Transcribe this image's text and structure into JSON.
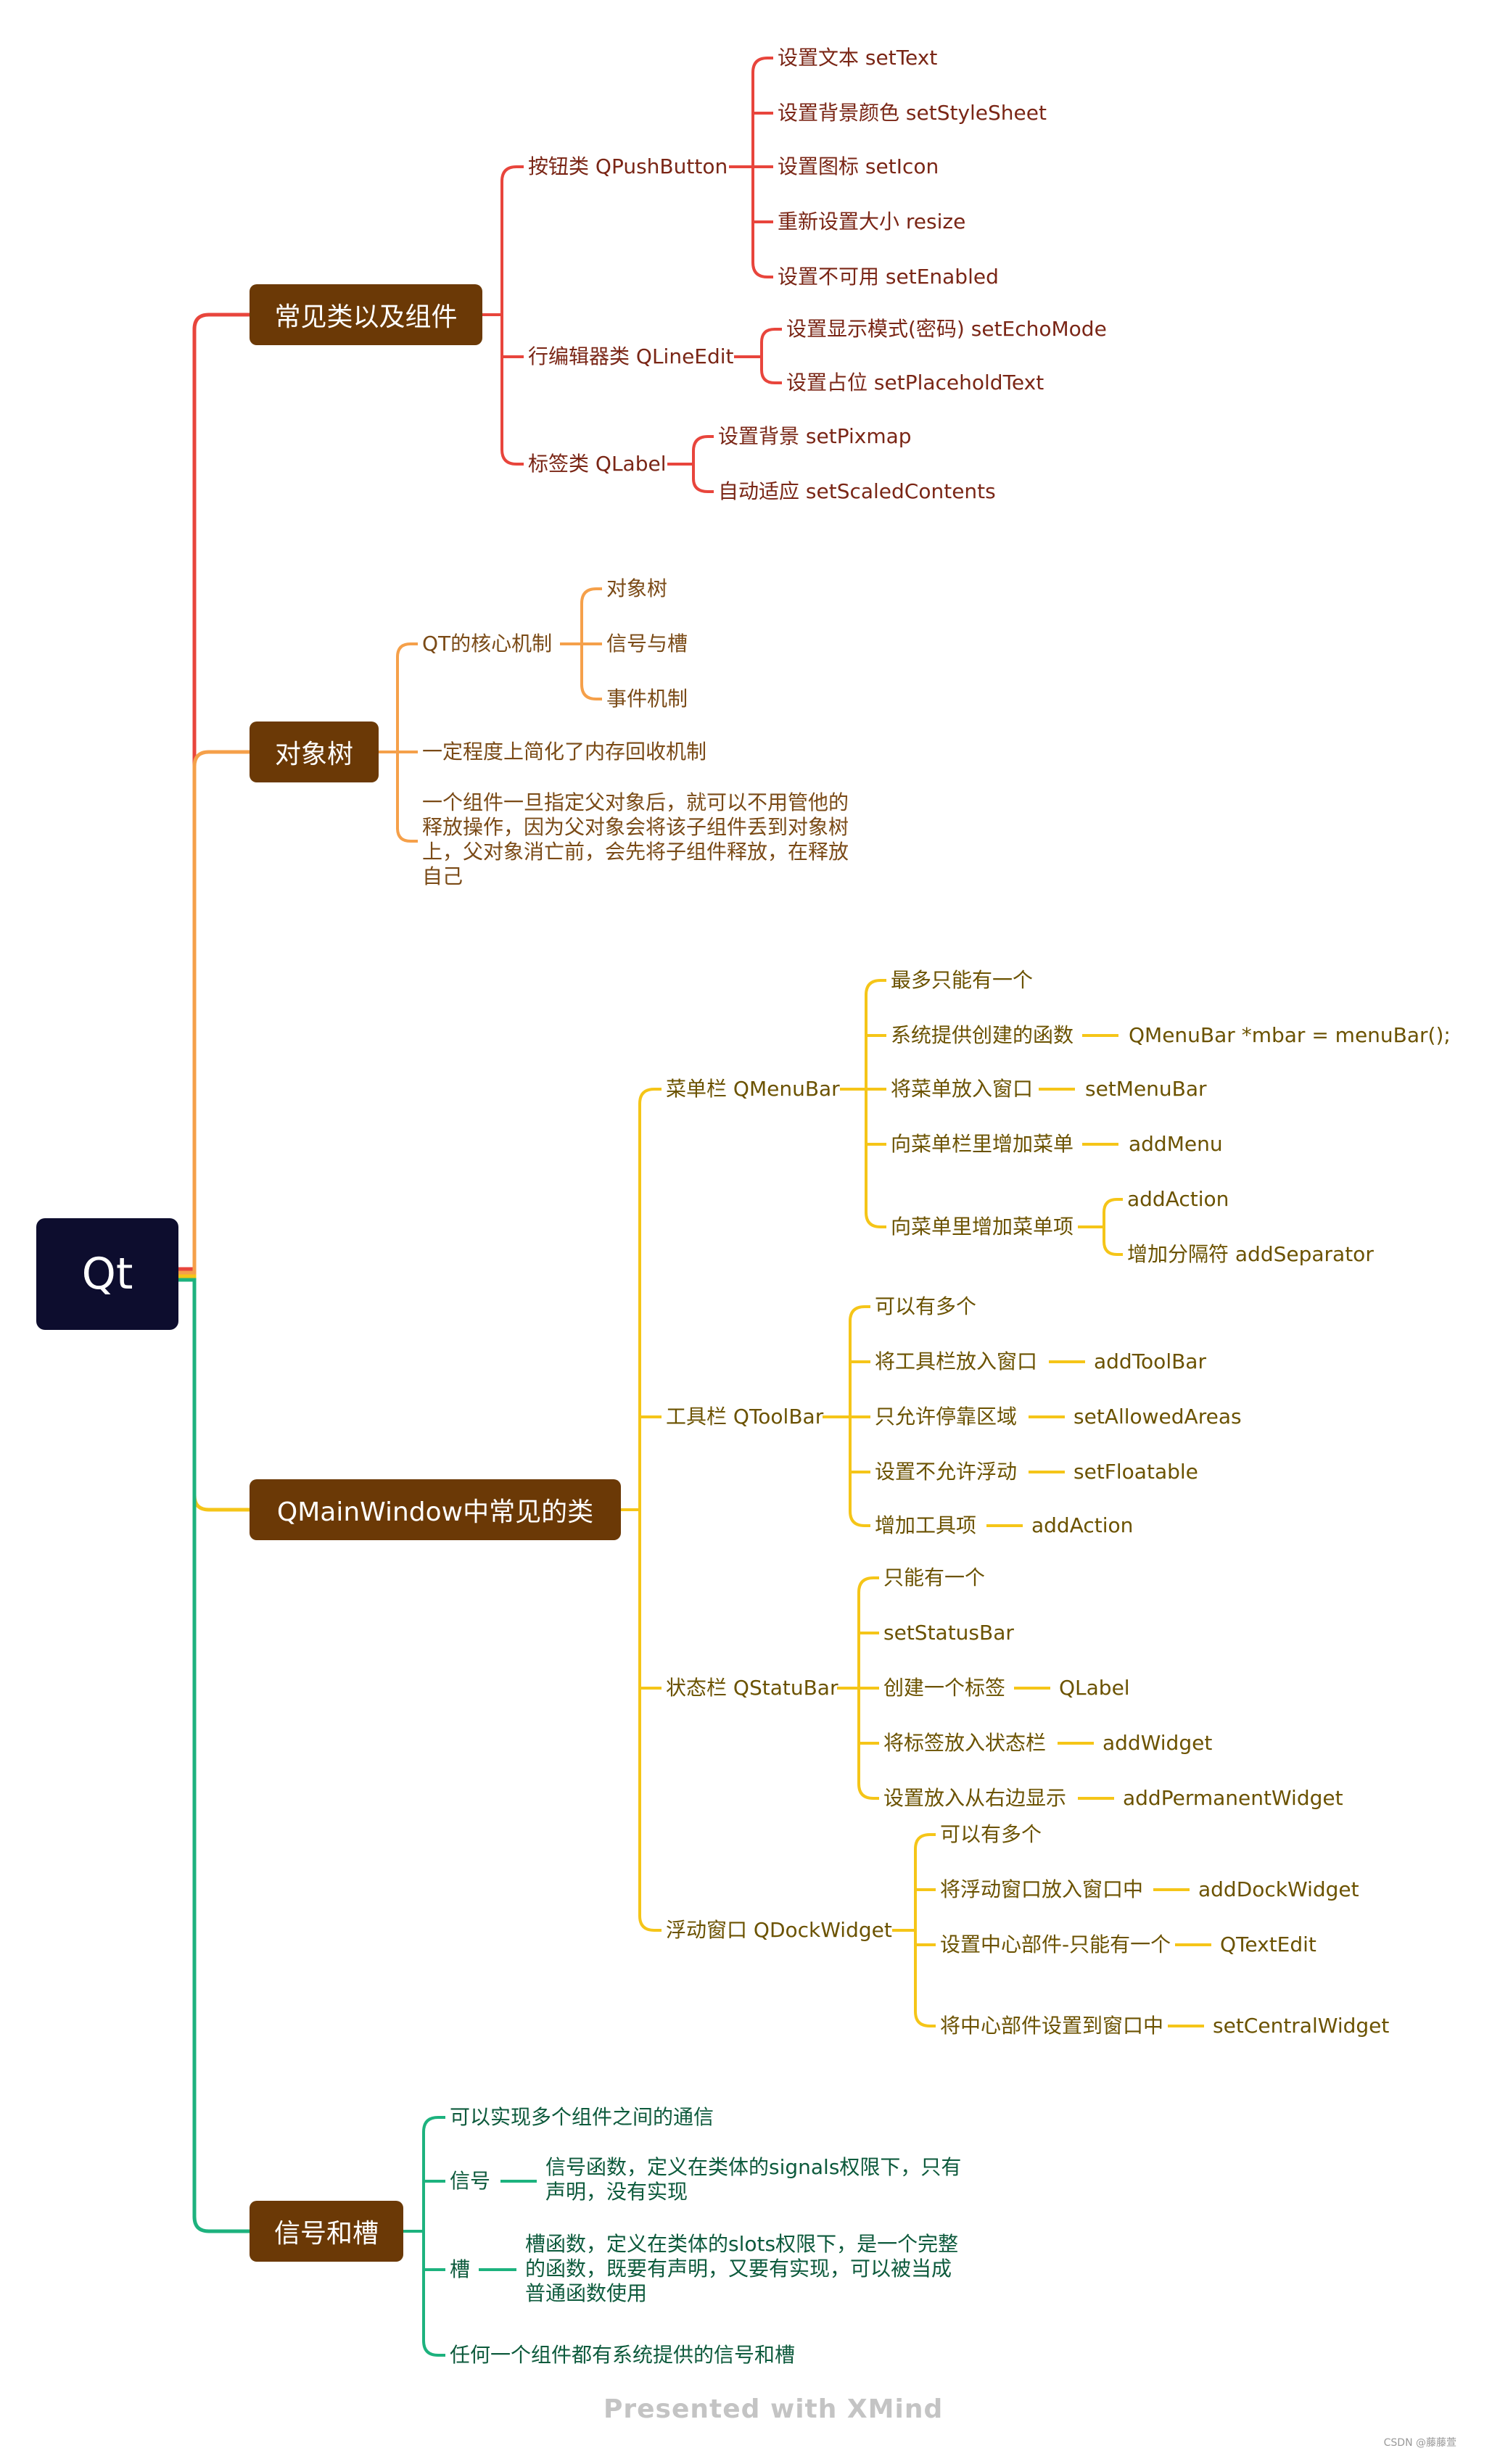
{
  "root": "Qt",
  "branches": {
    "b1": {
      "title": "常见类以及组件",
      "n1": "按钮类 QPushButton",
      "n1a": "设置文本 setText",
      "n1b": "设置背景颜色 setStyleSheet",
      "n1c": "设置图标 setIcon",
      "n1d": "重新设置大小 resize",
      "n1e": "设置不可用 setEnabled",
      "n2": "行编辑器类 QLineEdit",
      "n2a": "设置显示模式(密码)  setEchoMode",
      "n2b": "设置占位 setPlaceholdText",
      "n3": "标签类 QLabel",
      "n3a": "设置背景 setPixmap",
      "n3b": "自动适应 setScaledContents"
    },
    "b2": {
      "title": "对象树",
      "n1": "QT的核心机制",
      "n1a": "对象树",
      "n1b": "信号与槽",
      "n1c": "事件机制",
      "n2": "一定程度上简化了内存回收机制",
      "n3": "一个组件一旦指定父对象后，就可以不用管他的释放操作，因为父对象会将该子组件丢到对象树上，父对象消亡前，会先将子组件释放，在释放自己"
    },
    "b3": {
      "title": "QMainWindow中常见的类",
      "m": "菜单栏 QMenuBar",
      "m1": "最多只能有一个",
      "m2": "系统提供创建的函数",
      "m2x": "QMenuBar *mbar = menuBar();",
      "m3": "将菜单放入窗口",
      "m3x": "setMenuBar",
      "m4": "向菜单栏里增加菜单",
      "m4x": "addMenu",
      "m5": "向菜单里增加菜单项",
      "m5a": "addAction",
      "m5b": "增加分隔符 addSeparator",
      "t": "工具栏 QToolBar",
      "t1": "可以有多个",
      "t2": "将工具栏放入窗口",
      "t2x": "addToolBar",
      "t3": "只允许停靠区域",
      "t3x": "setAllowedAreas",
      "t4": "设置不允许浮动",
      "t4x": "setFloatable",
      "t5": "增加工具项",
      "t5x": "addAction",
      "s": "状态栏 QStatuBar",
      "s1": "只能有一个",
      "s2": "setStatusBar",
      "s3": "创建一个标签",
      "s3x": "QLabel",
      "s4": "将标签放入状态栏",
      "s4x": "addWidget",
      "s5": "设置放入从右边显示",
      "s5x": "addPermanentWidget",
      "d": "浮动窗口 QDockWidget",
      "d1": "可以有多个",
      "d2": "将浮动窗口放入窗口中",
      "d2x": "addDockWidget",
      "d3": "设置中心部件-只能有一个",
      "d3x": "QTextEdit",
      "d4": "将中心部件设置到窗口中",
      "d4x": "setCentralWidget"
    },
    "b4": {
      "title": "信号和槽",
      "n1": "可以实现多个组件之间的通信",
      "n2": "信号",
      "n2x": "信号函数，定义在类体的signals权限下，只有声明，没有实现",
      "n3": "槽",
      "n3x": "槽函数，定义在类体的slots权限下，是一个完整的函数，既要有声明，又要有实现，可以被当成普通函数使用",
      "n4": "任何一个组件都有系统提供的信号和槽"
    }
  },
  "footer": "Presented with XMind",
  "credit": "CSDN @藤藤萱",
  "colors": {
    "red": "#e8453c",
    "orange": "#f5a04a",
    "yellow": "#f5c518",
    "green": "#1db27e",
    "node": "#6b3906",
    "root": "#0d0d2e"
  }
}
